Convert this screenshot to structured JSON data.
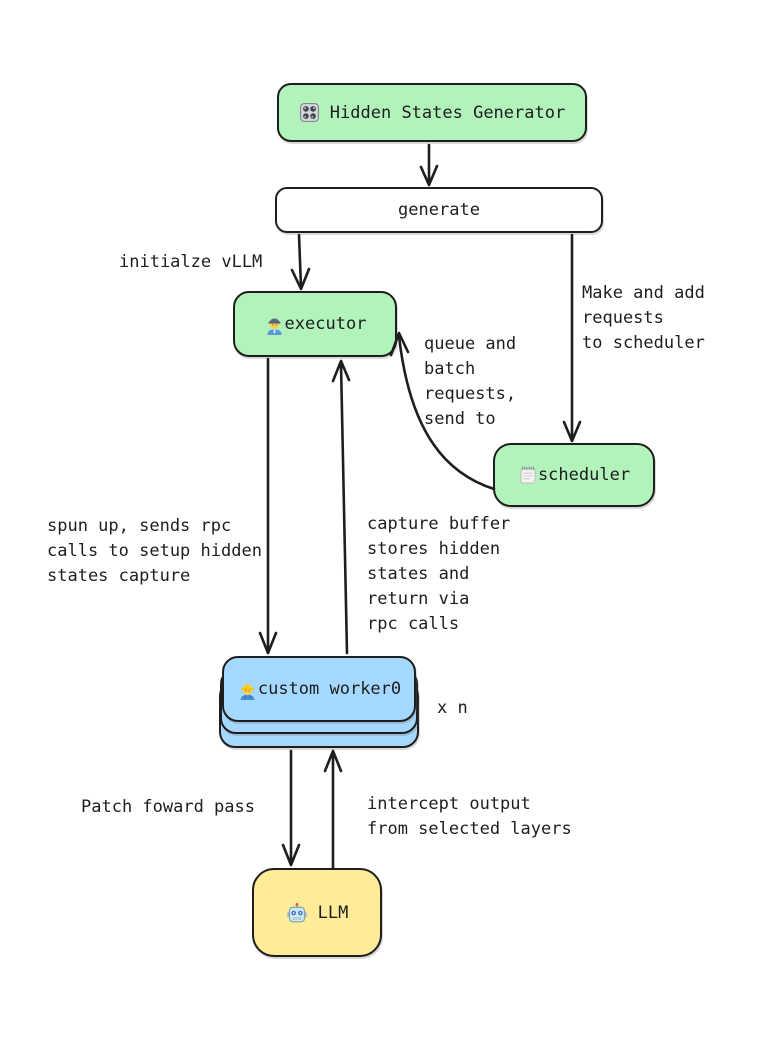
{
  "diagram": {
    "title_node": "Hidden States Generator",
    "nodes": {
      "generator": {
        "label": "Hidden States Generator",
        "icon": "control-knobs-icon",
        "fill": "#b2f2bb"
      },
      "generate": {
        "label": "generate",
        "fill": "#ffffff"
      },
      "executor": {
        "label": "executor",
        "icon": "man-factory-worker-icon",
        "fill": "#b2f2bb"
      },
      "scheduler": {
        "label": "scheduler",
        "icon": "spiral-notepad-icon",
        "fill": "#b2f2bb"
      },
      "worker": {
        "label": "custom worker0",
        "icon": "construction-worker-icon",
        "multiplier": "x n",
        "fill": "#a5d8ff",
        "stack_count": 3
      },
      "llm": {
        "label": "LLM",
        "icon": "robot-icon",
        "fill": "#ffec99"
      }
    },
    "edge_labels": {
      "initialize": "initialze vLLM",
      "make_requests": "Make and add\nrequests\nto scheduler",
      "queue_batch": "queue and\nbatch\nrequests,\nsend to",
      "spun_up": "spun up, sends rpc\ncalls to setup hidden\nstates capture",
      "capture_buffer": "capture buffer\nstores hidden\nstates and\nreturn via\nrpc calls",
      "patch_forward": "Patch foward pass",
      "intercept": "intercept output\nfrom selected layers"
    },
    "colors": {
      "green": "#b2f2bb",
      "blue": "#a5d8ff",
      "yellow": "#ffec99",
      "stroke": "#1e1e1e",
      "background": "#ffffff"
    }
  }
}
